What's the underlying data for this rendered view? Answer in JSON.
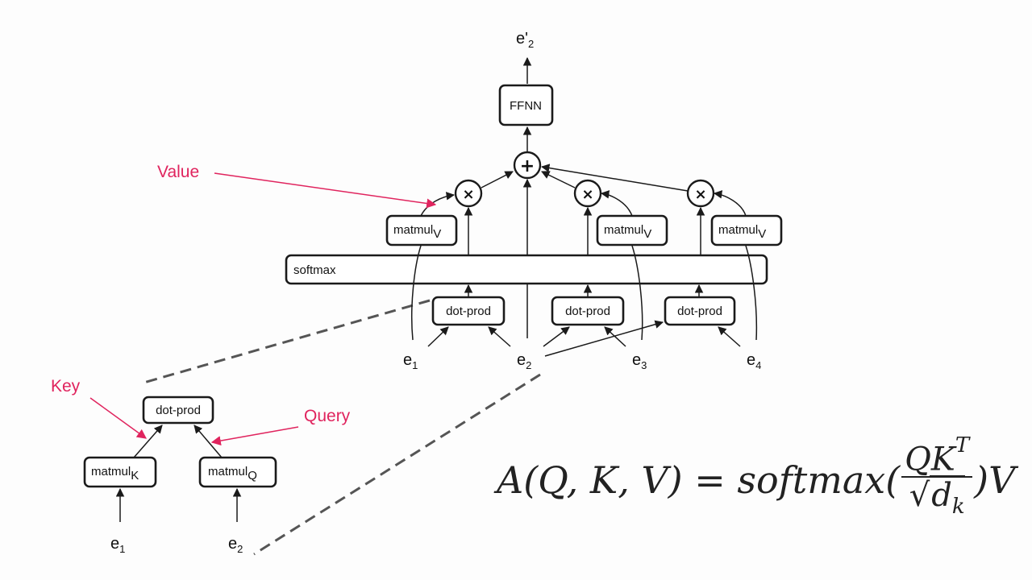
{
  "diagram": {
    "output": {
      "main": "e'",
      "sub": "2"
    },
    "ffnn": "FFNN",
    "softmax": "softmax",
    "add_symbol": "+",
    "mul_symbol": "×",
    "matmul_v": [
      {
        "main": "matmul",
        "sub": "V"
      },
      {
        "main": "matmul",
        "sub": "V"
      },
      {
        "main": "matmul",
        "sub": "V"
      }
    ],
    "dot_prod": [
      "dot-prod",
      "dot-prod",
      "dot-prod"
    ],
    "inputs": [
      {
        "main": "e",
        "sub": "1"
      },
      {
        "main": "e",
        "sub": "2"
      },
      {
        "main": "e",
        "sub": "3"
      },
      {
        "main": "e",
        "sub": "4"
      }
    ],
    "value_label": "Value"
  },
  "detail": {
    "dot_prod": "dot-prod",
    "matmul_k": {
      "main": "matmul",
      "sub": "K"
    },
    "matmul_q": {
      "main": "matmul",
      "sub": "Q"
    },
    "inputs": [
      {
        "main": "e",
        "sub": "1"
      },
      {
        "main": "e",
        "sub": "2"
      }
    ],
    "key_label": "Key",
    "query_label": "Query"
  },
  "formula": {
    "lhs": "A(Q, K, V) = softmax(",
    "numerator": "QK",
    "numerator_exp": "T",
    "root": "√",
    "denominator": "d",
    "denominator_sub": "k",
    "rhs": ")V"
  },
  "colors": {
    "annotation": "#e0245e",
    "stroke": "#1a1a1a"
  }
}
